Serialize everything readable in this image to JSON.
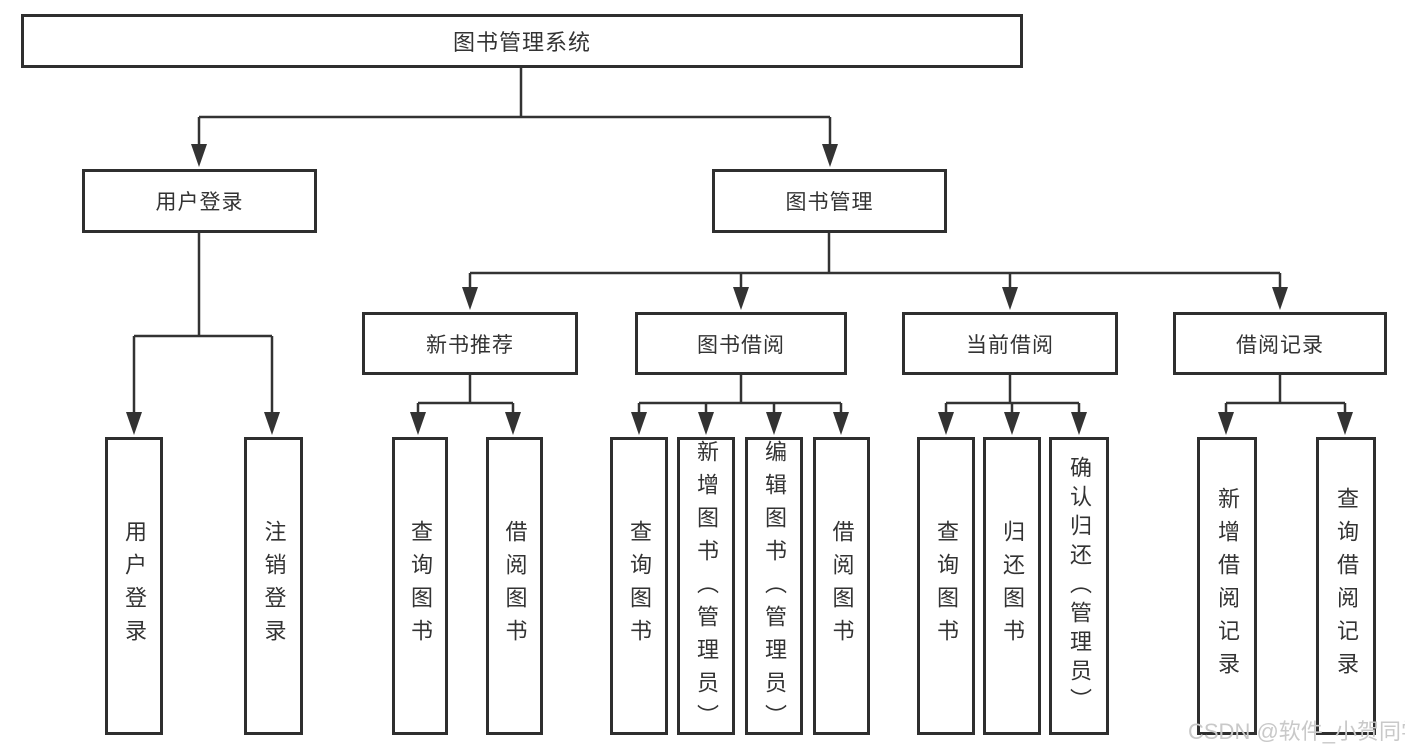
{
  "diagram": {
    "root": {
      "label": "图书管理系统"
    },
    "level2": {
      "user_login": {
        "label": "用户登录"
      },
      "book_management": {
        "label": "图书管理"
      }
    },
    "level3": {
      "new_book_recommend": {
        "label": "新书推荐"
      },
      "book_borrow": {
        "label": "图书借阅"
      },
      "current_borrow": {
        "label": "当前借阅"
      },
      "borrow_record": {
        "label": "借阅记录"
      }
    },
    "leaves": {
      "user_login": {
        "label": "用户登录"
      },
      "logout": {
        "label": "注销登录"
      },
      "query_books_recommend": {
        "label": "查询图书"
      },
      "borrow_books_recommend": {
        "label": "借阅图书"
      },
      "query_books_borrow": {
        "label": "查询图书"
      },
      "add_book_admin": {
        "label": "新增图书（管理员）"
      },
      "edit_book_admin": {
        "label": "编辑图书（管理员）"
      },
      "borrow_books_borrow": {
        "label": "借阅图书"
      },
      "query_books_current": {
        "label": "查询图书"
      },
      "return_book": {
        "label": "归还图书"
      },
      "confirm_return_admin": {
        "label": "确认归还（管理员）"
      },
      "add_borrow_record": {
        "label": "新增借阅记录"
      },
      "query_borrow_record": {
        "label": "查询借阅记录"
      }
    }
  },
  "watermark": {
    "text": "CSDN @软件_小贺同学"
  },
  "colors": {
    "line": "#333333",
    "box_border": "#2f2f2f",
    "text": "#333333",
    "watermark": "#c9c9c9",
    "background": "#ffffff"
  }
}
